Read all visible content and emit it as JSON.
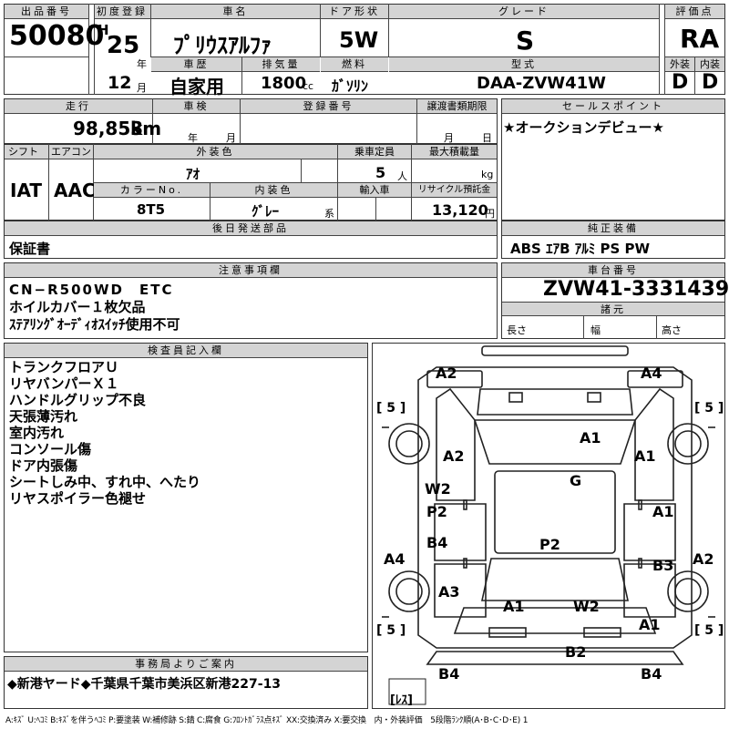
{
  "headers": {
    "lot": "出品番号",
    "first_reg": "初度登録",
    "car_name": "車名",
    "door": "ドア形状",
    "grade": "グレード",
    "score": "評価点",
    "history": "車歴",
    "displacement": "排気量",
    "fuel": "燃料",
    "model": "型式",
    "exterior": "外装",
    "interior": "内装",
    "mileage": "走行",
    "inspection": "車検",
    "registration_no": "登録番号",
    "transfer_deadline": "譲渡書類期限",
    "sales_point": "セールスポイント",
    "shift": "シフト",
    "aircon": "エアコン",
    "exterior_color": "外装色",
    "capacity": "乗車定員",
    "max_load": "最大積載量",
    "color_no": "カラーNo.",
    "interior_color": "内装色",
    "import": "輸入車",
    "recycle": "リサイクル預託金",
    "parts_sent_later": "後日発送部品",
    "genuine_equipment": "純正装備",
    "notes": "注意事項欄",
    "chassis_no": "車台番号",
    "specs": "諸元",
    "inspector_notes": "検査員記入欄",
    "office_notes": "事務局よりご案内"
  },
  "values": {
    "lot_number": "50080",
    "era": "H",
    "year": "25",
    "year_unit": "年",
    "month": "12",
    "month_unit": "月",
    "car_name": "ﾌﾟﾘｳｽｱﾙﾌｧ",
    "door": "5W",
    "grade": "S",
    "score": "RA",
    "history": "自家用",
    "displacement": "1800",
    "displacement_unit": "cc",
    "fuel": "ｶﾞｿﾘﾝ",
    "model": "DAA-ZVW41W",
    "exterior_score": "D",
    "interior_score": "D",
    "mileage": "98,853",
    "mileage_unit": "km",
    "insp_year_unit": "年",
    "insp_month_unit": "月",
    "deadline_month_unit": "月",
    "deadline_day_unit": "日",
    "sales_point": "★オークションデビュー★",
    "shift": "IAT",
    "aircon": "AAC",
    "exterior_color": "ｱｵ",
    "capacity": "5",
    "capacity_unit": "人",
    "max_load_unit": "kg",
    "color_no": "8T5",
    "interior_color": "ｸﾞﾚｰ",
    "interior_color_suffix": "系",
    "recycle": "13,120",
    "recycle_unit": "円",
    "parts_sent_later": "保証書",
    "genuine_equipment": "ABS ｴｱB ｱﾙﾐ PS PW",
    "notes": [
      "CN−R500WD　ETC",
      "ホイルカバー１枚欠品",
      "ｽﾃｱﾘﾝｸﾞｵｰﾃﾞｨｵｽｲｯﾁ使用不可"
    ],
    "chassis_no": "ZVW41-3331439",
    "spec_length": "長さ",
    "spec_width": "幅",
    "spec_height": "高さ",
    "inspector_notes": [
      "トランクフロアＵ",
      "リヤバンパーＸ１",
      "ハンドルグリップ不良",
      "天張薄汚れ",
      "室内汚れ",
      "コンソール傷",
      "ドア内張傷",
      "シートしみ中、すれ中、へたり",
      "リヤスポイラー色褪せ"
    ],
    "office_notes": "◆新港ヤード◆千葉県千葉市美浜区新港227-13",
    "legend": "A:ｷｽﾞ U:ﾍｺﾐ B:ｷｽﾞを伴うﾍｺﾐ P:要塗装 W:補修跡 S:錆 C:腐食 G:ﾌﾛﾝﾄｶﾞﾗｽ点ｷｽﾞ XX:交換済み X:要交換　内・外装評価　5段階ﾗﾝｸ順(A･B･C･D･E) 1"
  },
  "diagram": {
    "tire_marks": [
      "[ 5 ]",
      "[ 5 ]",
      "[ 5 ]",
      "[ 5 ]"
    ],
    "spare_mark": "[ﾚｽ]",
    "damage": [
      "A2",
      "A4",
      "A1",
      "A2",
      "A1",
      "G",
      "W2",
      "P2",
      "A1",
      "B4",
      "P2",
      "A4",
      "B3",
      "A2",
      "A3",
      "A1",
      "W2",
      "A1",
      "B2",
      "B4",
      "B4"
    ]
  }
}
